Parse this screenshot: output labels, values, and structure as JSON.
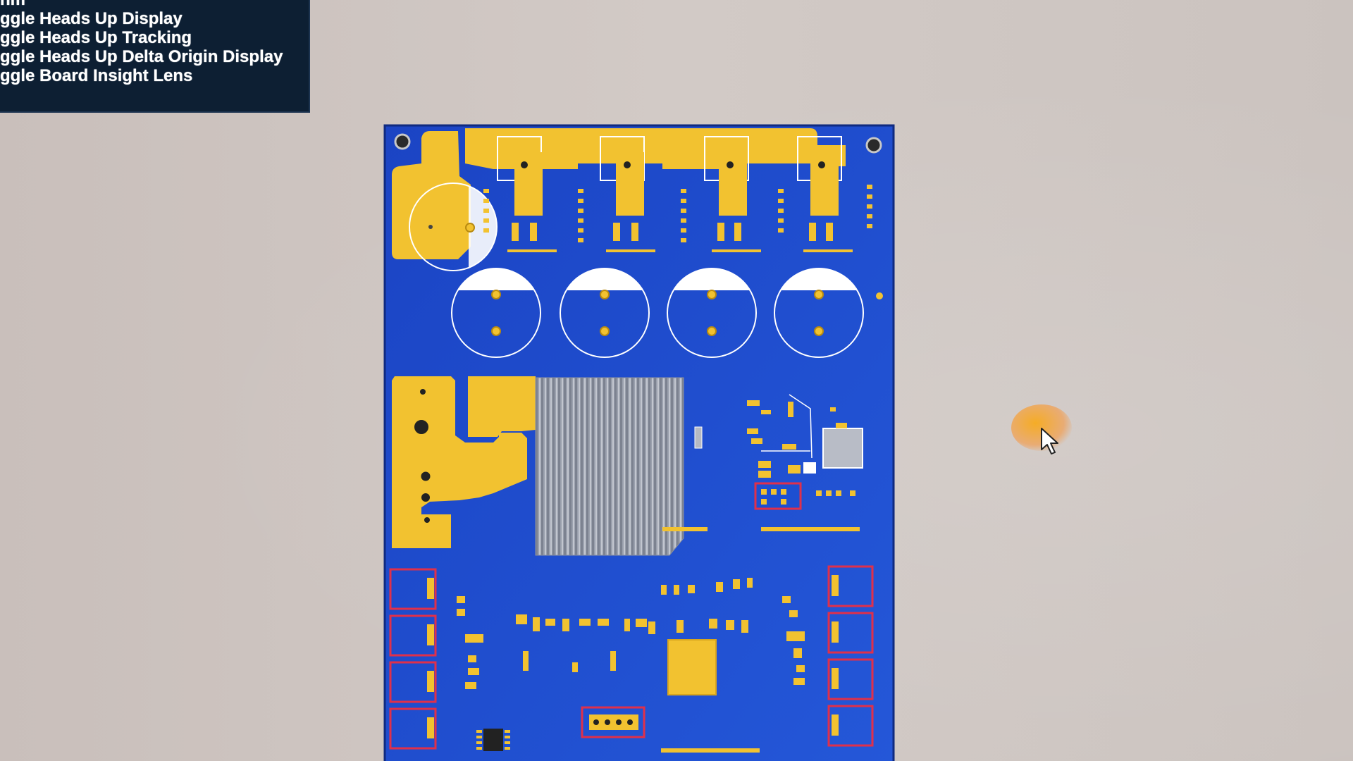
{
  "hud": {
    "lines": [
      "nm",
      "ggle Heads Up Display",
      "ggle Heads Up Tracking",
      "ggle Heads Up Delta Origin Display",
      "ggle Board Insight Lens"
    ]
  },
  "colors": {
    "board_blue": "#1d4fd1",
    "copper_yellow": "#f2c230",
    "workspace": "#cfc6c2",
    "hud_bg": "#0d1f33",
    "selection_red": "#e0304a",
    "silkscreen": "#ffffff"
  },
  "icons": {
    "cursor": "mouse-pointer-icon",
    "highlight": "cursor-highlight-halo"
  }
}
